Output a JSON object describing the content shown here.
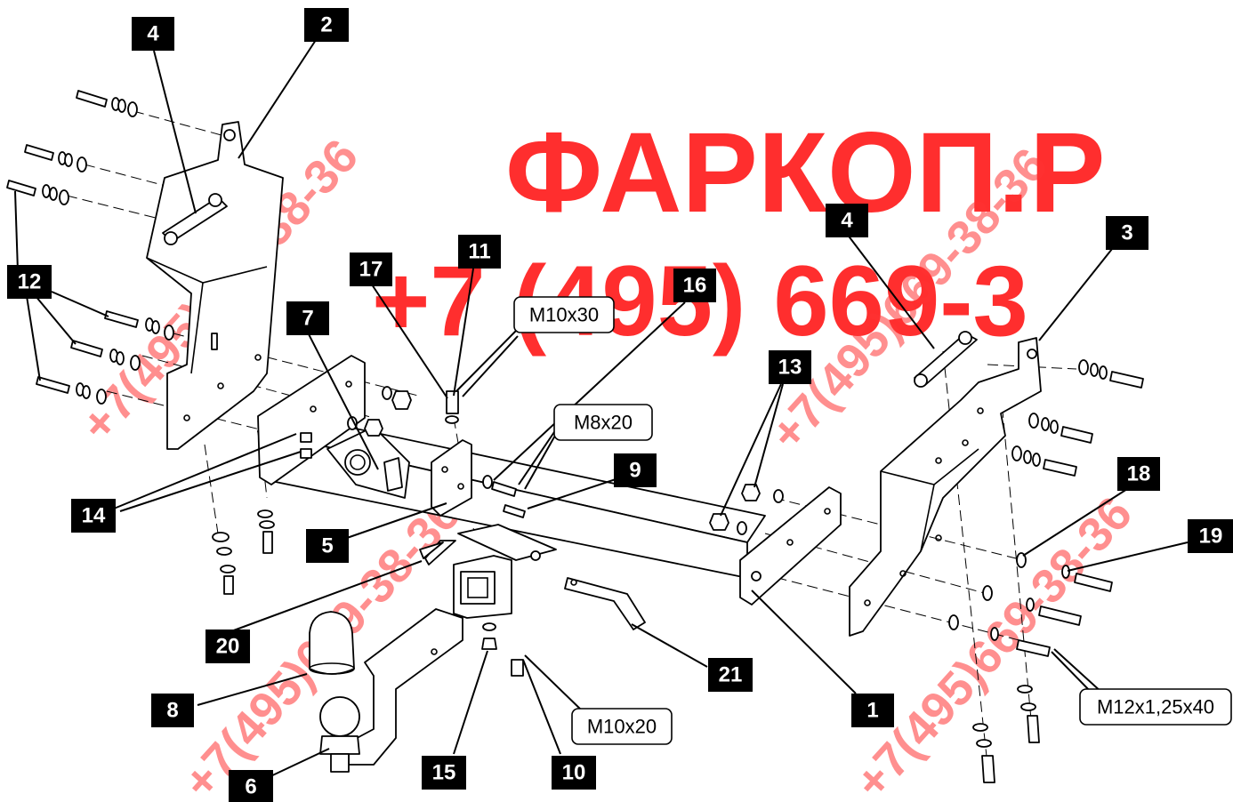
{
  "watermark": {
    "brand": "ФАРКОП.Р",
    "phone": "+7 (495) 669-3",
    "diagonal_phone": "+7(495)669-38-36"
  },
  "part_numbers": {
    "p1": "1",
    "p2": "2",
    "p3": "3",
    "p4_left": "4",
    "p4_right": "4",
    "p5": "5",
    "p6": "6",
    "p7": "7",
    "p8": "8",
    "p9": "9",
    "p10": "10",
    "p11": "11",
    "p12": "12",
    "p13": "13",
    "p14": "14",
    "p15": "15",
    "p16": "16",
    "p17": "17",
    "p18": "18",
    "p19": "19",
    "p20": "20",
    "p21": "21"
  },
  "fastener_sizes": {
    "m10x30": "M10x30",
    "m8x20": "M8x20",
    "m10x20": "M10x20",
    "m12x40": "M12x1,25x40"
  }
}
